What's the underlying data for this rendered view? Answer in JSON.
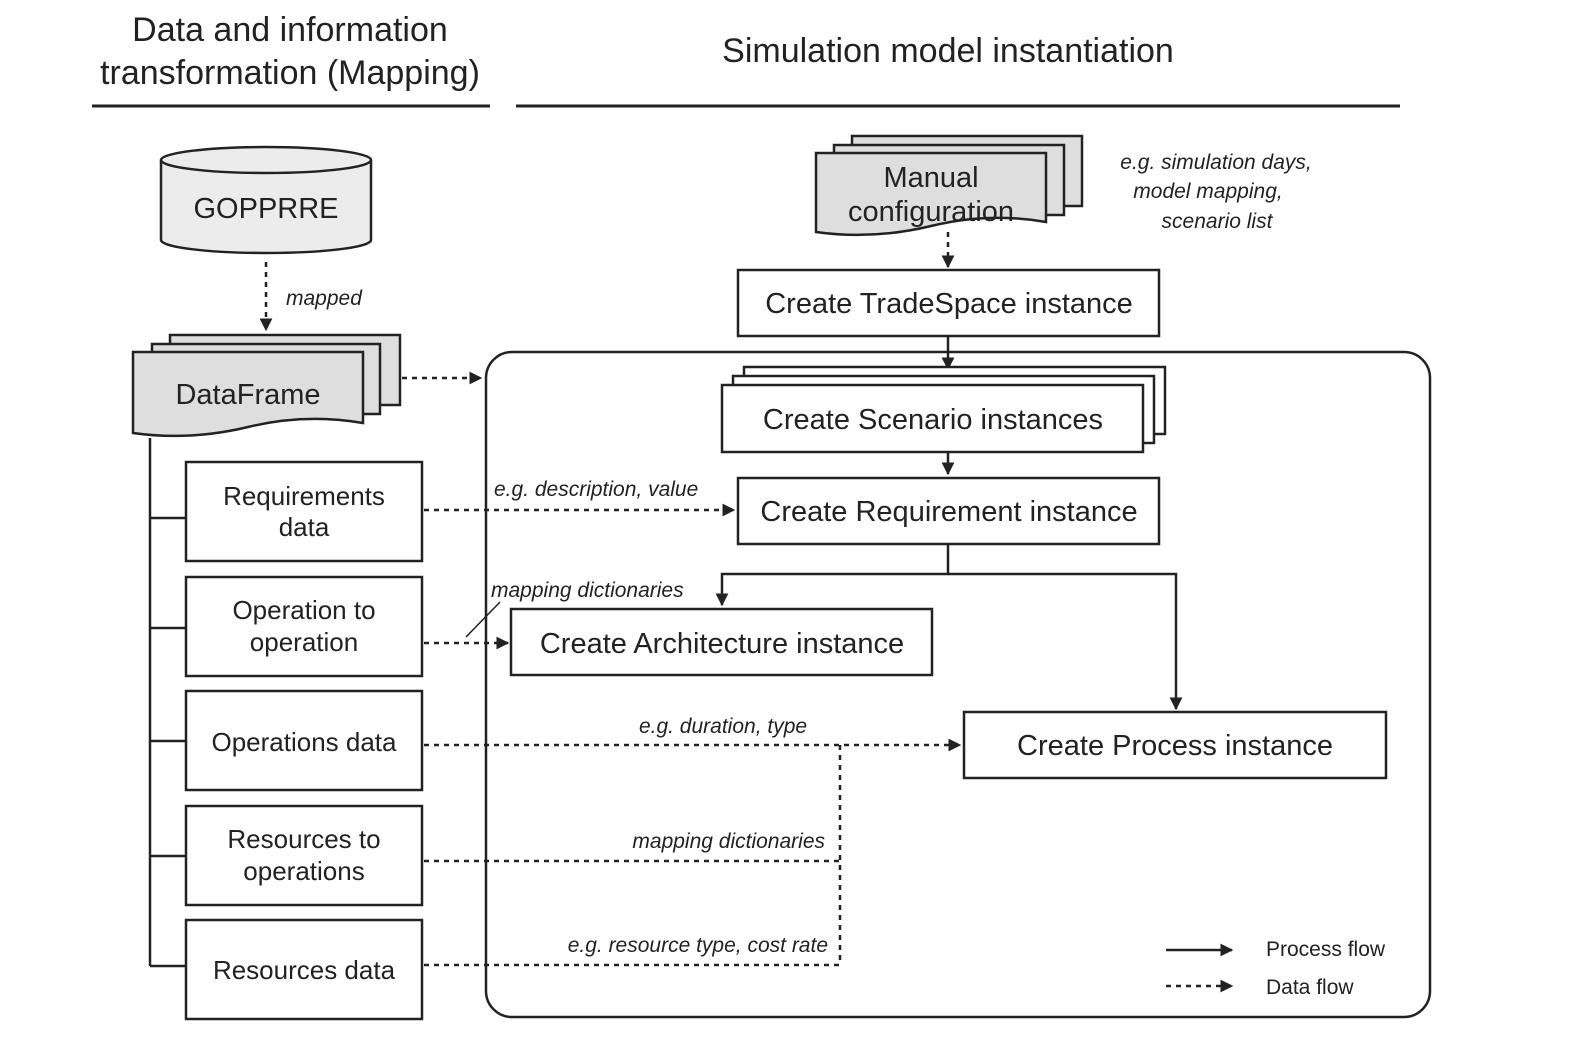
{
  "headings": {
    "mapping_line1": "Data and information",
    "mapping_line2": "transformation (Mapping)",
    "instantiation": "Simulation model instantiation"
  },
  "database": {
    "label": "GOPPRRE"
  },
  "edge_labels": {
    "mapped": "mapped",
    "requirements_flow": "e.g. description, value",
    "operation_mapping": "mapping dictionaries",
    "operations_flow": "e.g. duration, type",
    "resources_mapping": "mapping dictionaries",
    "resources_flow": "e.g. resource type, cost rate"
  },
  "dataframe": {
    "label": "DataFrame"
  },
  "data_items": {
    "requirements": {
      "line1": "Requirements",
      "line2": "data"
    },
    "operation_to_operation": {
      "line1": "Operation to",
      "line2": "operation"
    },
    "operations": {
      "line1": "Operations data"
    },
    "resources_to_operations": {
      "line1": "Resources to",
      "line2": "operations"
    },
    "resources": {
      "line1": "Resources data"
    }
  },
  "manual_config": {
    "line1": "Manual",
    "line2": "configuration",
    "note_line1": "e.g. simulation days,",
    "note_line2": "model mapping,",
    "note_line3": "scenario list"
  },
  "process_steps": {
    "tradespace": "Create TradeSpace instance",
    "scenario": "Create Scenario instances",
    "requirement": "Create Requirement instance",
    "architecture": "Create Architecture instance",
    "process": "Create Process instance"
  },
  "legend": {
    "process_flow": "Process flow",
    "data_flow": "Data flow"
  },
  "colors": {
    "stroke": "#222222",
    "fill_shaded": "#dedede",
    "fill_white": "#ffffff"
  }
}
